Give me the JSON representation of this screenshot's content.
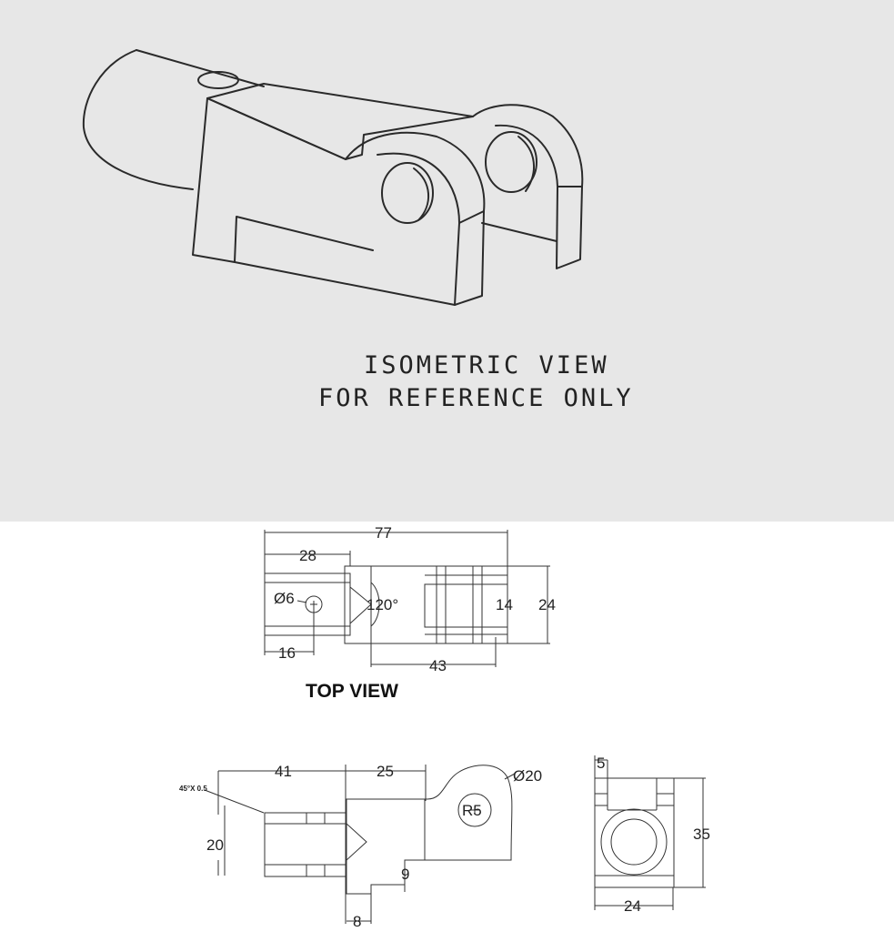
{
  "isometric": {
    "title": "ISOMETRIC VIEW",
    "subtitle": "FOR REFERENCE ONLY"
  },
  "top_view": {
    "title": "TOP VIEW",
    "dims": {
      "overall_length": "77",
      "shaft_length": "28",
      "hole_dia": "Ø6",
      "angle": "120°",
      "slot_width": "14",
      "width": "24",
      "hole_pos": "16",
      "slot_length": "43"
    }
  },
  "front_view": {
    "dims": {
      "chamfer": "45°X 0.5",
      "shaft_length": "41",
      "block_length": "25",
      "eye_dia": "Ø20",
      "eye_radius": "R5",
      "shaft_dia": "20",
      "step_height": "9",
      "step_width": "8"
    }
  },
  "side_view": {
    "dims": {
      "lug_thickness": "5",
      "height": "35",
      "width": "24"
    }
  }
}
